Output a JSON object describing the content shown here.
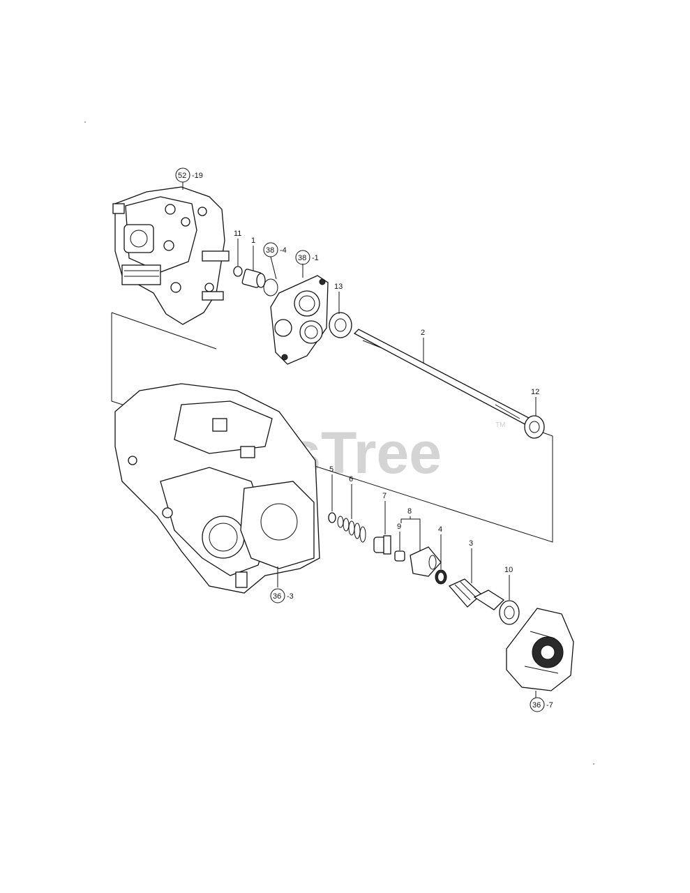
{
  "watermark": {
    "text": "PartsTree",
    "tm": "TM"
  },
  "callouts": [
    {
      "id": "c52",
      "ref": "52",
      "suffix": "-19",
      "circled": true
    },
    {
      "id": "c11",
      "ref": "11",
      "suffix": "",
      "circled": false
    },
    {
      "id": "c1",
      "ref": "1",
      "suffix": "",
      "circled": false
    },
    {
      "id": "c38a",
      "ref": "38",
      "suffix": "-4",
      "circled": true
    },
    {
      "id": "c38b",
      "ref": "38",
      "suffix": "-1",
      "circled": true
    },
    {
      "id": "c13",
      "ref": "13",
      "suffix": "",
      "circled": false
    },
    {
      "id": "c2",
      "ref": "2",
      "suffix": "",
      "circled": false
    },
    {
      "id": "c12",
      "ref": "12",
      "suffix": "",
      "circled": false
    },
    {
      "id": "c5",
      "ref": "5",
      "suffix": "",
      "circled": false
    },
    {
      "id": "c6",
      "ref": "6",
      "suffix": "",
      "circled": false
    },
    {
      "id": "c7",
      "ref": "7",
      "suffix": "",
      "circled": false
    },
    {
      "id": "c8",
      "ref": "8",
      "suffix": "",
      "circled": false
    },
    {
      "id": "c9",
      "ref": "9",
      "suffix": "",
      "circled": false
    },
    {
      "id": "c4",
      "ref": "4",
      "suffix": "",
      "circled": false
    },
    {
      "id": "c3",
      "ref": "3",
      "suffix": "",
      "circled": false
    },
    {
      "id": "c10",
      "ref": "10",
      "suffix": "",
      "circled": false
    },
    {
      "id": "c36a",
      "ref": "36",
      "suffix": "-3",
      "circled": true
    },
    {
      "id": "c36b",
      "ref": "36",
      "suffix": "-7",
      "circled": true
    }
  ]
}
